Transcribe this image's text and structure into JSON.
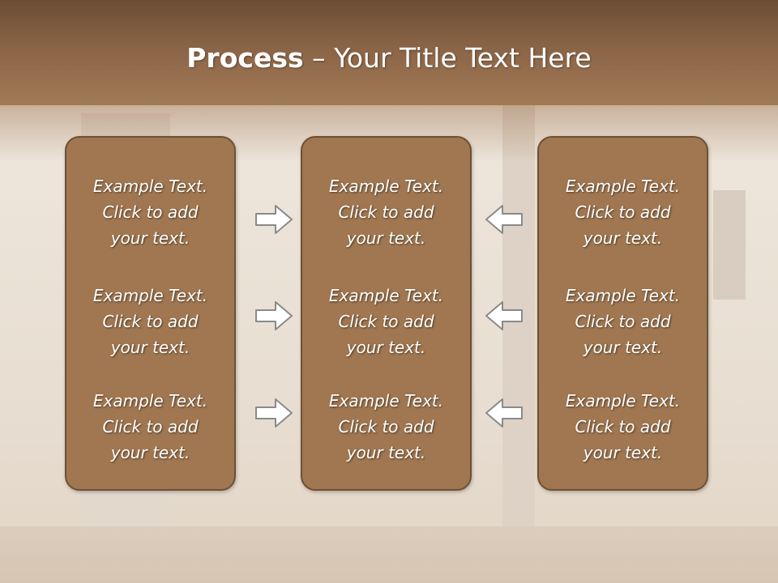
{
  "title": {
    "bold": "Process",
    "rest": " – Your Title Text Here"
  },
  "columns": [
    {
      "cells": [
        {
          "line1": "Example Text.",
          "line2": "Click  to add",
          "line3": "your text."
        },
        {
          "line1": "Example Text.",
          "line2": "Click  to add",
          "line3": "your text."
        },
        {
          "line1": "Example Text.",
          "line2": "Click  to add",
          "line3": "your text."
        }
      ]
    },
    {
      "cells": [
        {
          "line1": "Example Text.",
          "line2": "Click  to add",
          "line3": "your text."
        },
        {
          "line1": "Example Text.",
          "line2": "Click  to add",
          "line3": "your text."
        },
        {
          "line1": "Example Text.",
          "line2": "Click  to add",
          "line3": "your text."
        }
      ]
    },
    {
      "cells": [
        {
          "line1": "Example Text.",
          "line2": "Click  to add",
          "line3": "your text."
        },
        {
          "line1": "Example Text.",
          "line2": "Click  to add",
          "line3": "your text."
        },
        {
          "line1": "Example Text.",
          "line2": "Click  to add",
          "line3": "your text."
        }
      ]
    }
  ],
  "arrows": {
    "left_group": "right-arrow-icon",
    "right_group": "left-arrow-icon"
  },
  "colors": {
    "box_fill": "#a07750",
    "box_border": "#6e5036",
    "header": "#8a6446",
    "arrow_fill": "#ffffff",
    "arrow_stroke": "#8a8a8a"
  }
}
